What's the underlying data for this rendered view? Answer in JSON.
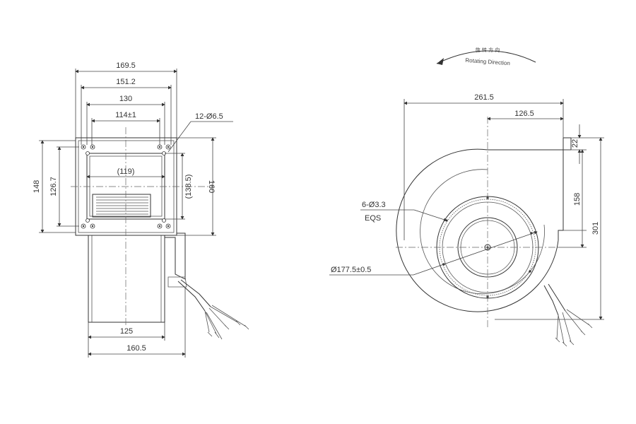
{
  "side_view": {
    "dims": {
      "w_169_5": "169.5",
      "w_151_2": "151.2",
      "w_130": "130",
      "w_114": "114±1",
      "holes": "12-Ø6.5",
      "h_148": "148",
      "h_126_7": "126.7",
      "outlet_119": "(119)",
      "h_138_5": "(138.5)",
      "h_160": "160",
      "w_125": "125",
      "w_160_5": "160.5"
    }
  },
  "front_view": {
    "rotation_cn": "旋 转 方 向",
    "rotation_en": "Rotating Direction",
    "dims": {
      "w_261_5": "261.5",
      "w_126_5": "126.5",
      "h_22": "22",
      "h_158": "158",
      "h_301": "301",
      "mount_holes": "6-Ø3.3",
      "eqs": "EQS",
      "diameter": "Ø177.5±0.5"
    }
  },
  "colors": {
    "line": "#333333",
    "background": "#ffffff"
  }
}
